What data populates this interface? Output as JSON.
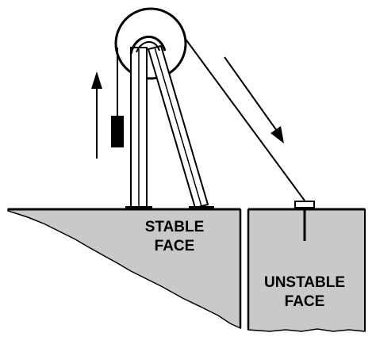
{
  "labels": {
    "stable_face": [
      "STABLE",
      "FACE"
    ],
    "unstable_face": [
      "UNSTABLE",
      "FACE"
    ]
  },
  "colors": {
    "ground_fill": "#c9c9c9",
    "outline": "#000000",
    "background": "#ffffff",
    "counterweight": "#000000"
  }
}
